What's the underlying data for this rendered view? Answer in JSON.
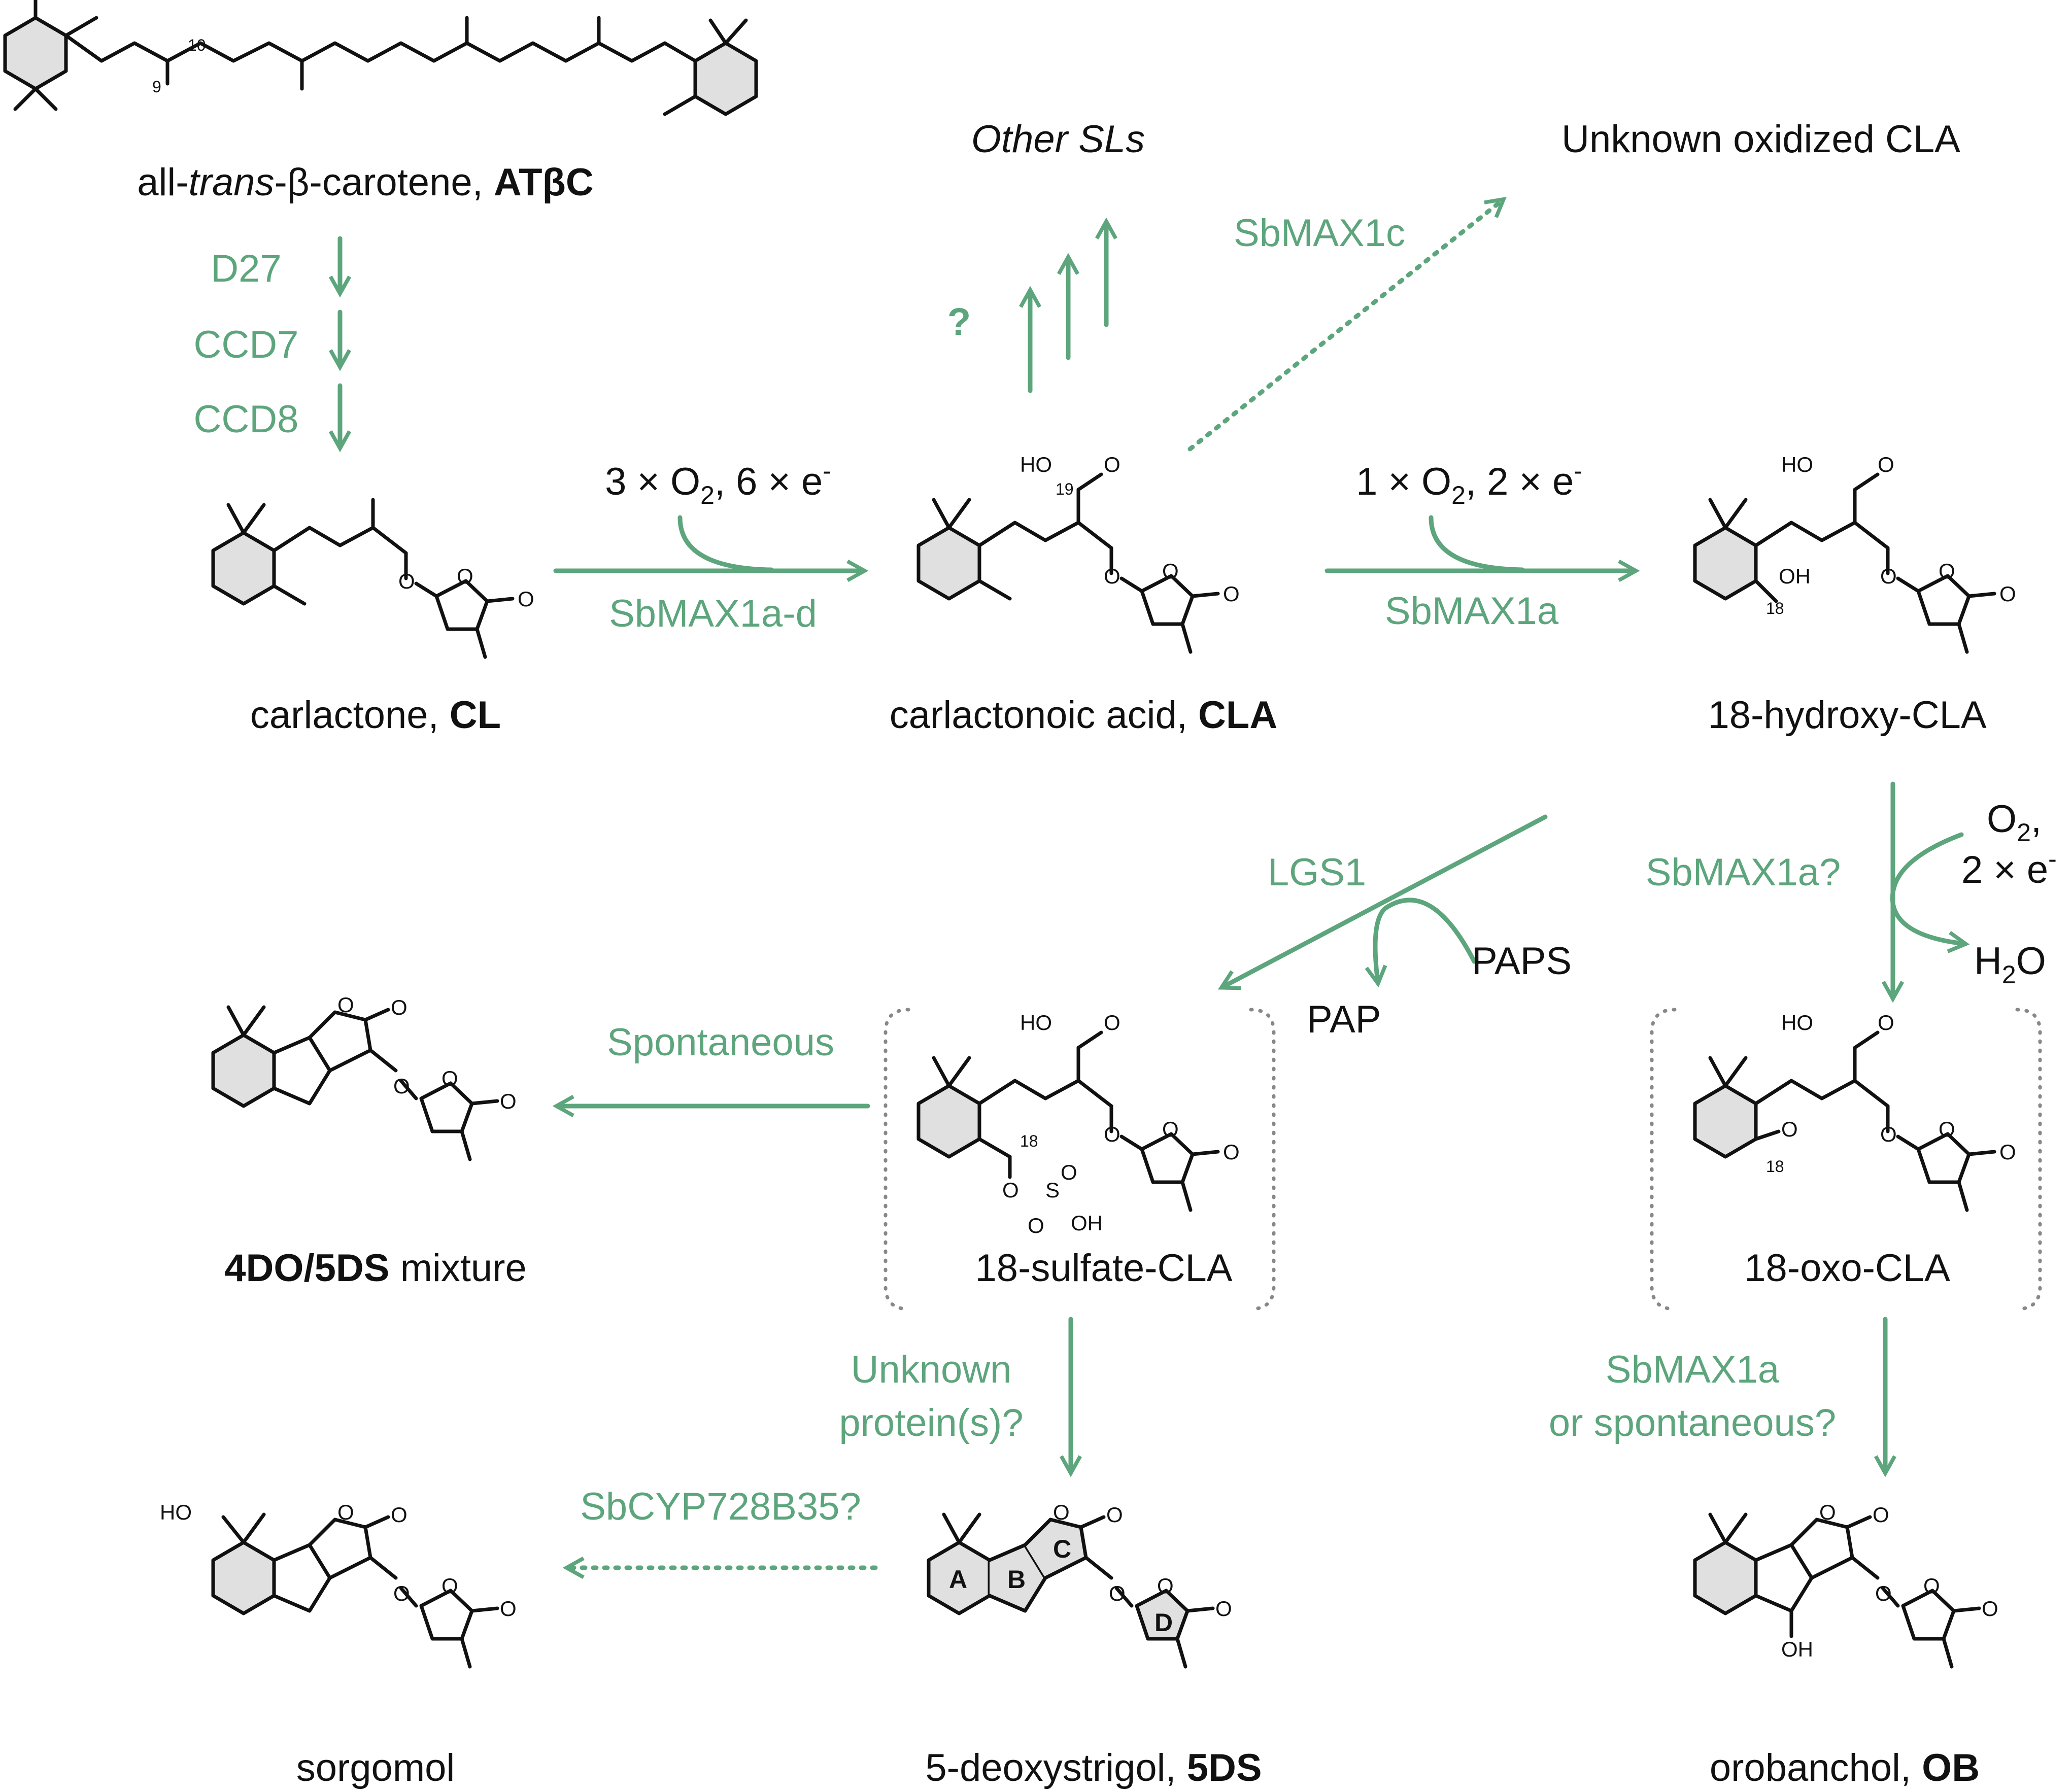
{
  "colors": {
    "enzyme": "#5da57c",
    "text": "#111111",
    "ring_fill": "#e0e0e0",
    "bracket": "#888888"
  },
  "compounds": {
    "atbc": {
      "pre": "all-",
      "it": "trans",
      "post": "-β-carotene, ",
      "bold": "ATβC"
    },
    "cl": {
      "name": "carlactone, ",
      "bold": "CL"
    },
    "cla": {
      "name": "carlactonoic acid, ",
      "bold": "CLA"
    },
    "hydroxy": {
      "name": "18-hydroxy-CLA"
    },
    "sulfate": {
      "name": "18-sulfate-CLA"
    },
    "oxo": {
      "name": "18-oxo-CLA"
    },
    "mixture": {
      "bold": "4DO/5DS",
      "name": " mixture"
    },
    "sorgomol": {
      "name": "sorgomol"
    },
    "fiveds": {
      "name": "5-deoxystrigol, ",
      "bold": "5DS"
    },
    "ob": {
      "name": "orobanchol, ",
      "bold": "OB"
    },
    "other_sls": "Other SLs",
    "unknown_oxidized": "Unknown oxidized CLA"
  },
  "enzymes": {
    "d27": "D27",
    "ccd7": "CCD7",
    "ccd8": "CCD8",
    "max1ad": "SbMAX1a-d",
    "max1a": "SbMAX1a",
    "max1c": "SbMAX1c",
    "max1a_q": "SbMAX1a?",
    "lgs1": "LGS1",
    "spont": "Spontaneous",
    "unknown_l1": "Unknown",
    "unknown_l2": "protein(s)?",
    "cyp": "SbCYP728B35?",
    "max1a_or_l1": "SbMAX1a",
    "max1a_or_l2": "or spontaneous?",
    "question": "?"
  },
  "cofactors": {
    "o2_3": {
      "pre": "3 × O",
      "sub": "2",
      "mid": ", 6 × e",
      "sup": "-"
    },
    "o2_1": {
      "pre": "1 × O",
      "sub": "2",
      "mid": ", 2 × e",
      "sup": "-"
    },
    "o2": {
      "pre": "O",
      "sub": "2",
      "post": ","
    },
    "e2": {
      "pre": "2 × e",
      "sup": "-"
    },
    "h2o": {
      "pre": "H",
      "sub": "2",
      "post": "O"
    },
    "paps": "PAPS",
    "pap": "PAP"
  },
  "atoms": {
    "O": "O",
    "OH": "OH",
    "HO": "HO",
    "S": "S"
  },
  "carbon_numbers": {
    "c9": "9",
    "c10": "10",
    "c18": "18",
    "c19": "19"
  },
  "rings": [
    "A",
    "B",
    "C",
    "D"
  ]
}
